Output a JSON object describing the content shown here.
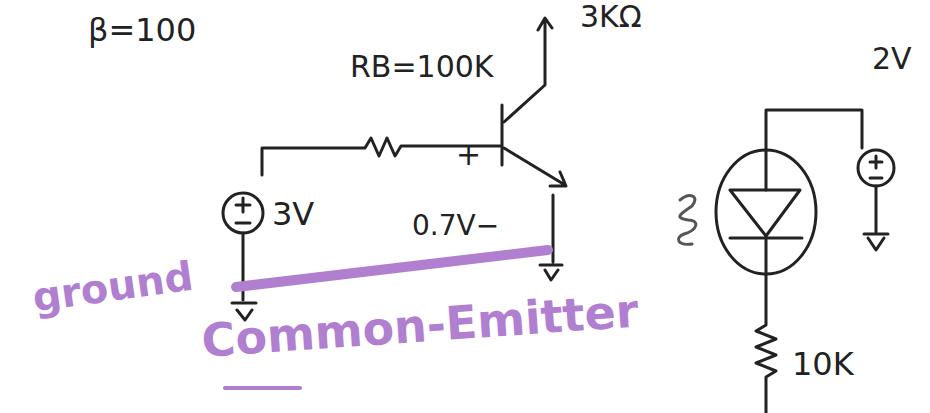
{
  "diagram": {
    "labels": [
      "β=100",
      "RB=100K",
      "3KΩ",
      "+",
      "3V",
      "0.7V−",
      "2V",
      "10K",
      "ground",
      "Common-Emitter"
    ]
  }
}
